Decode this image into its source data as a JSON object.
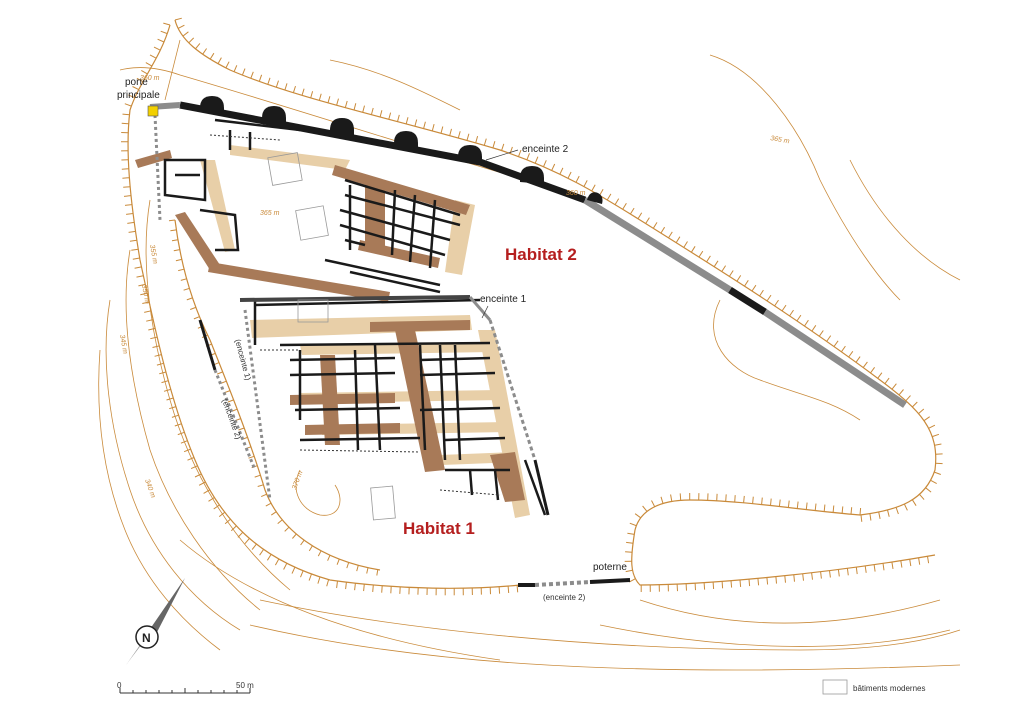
{
  "labels": {
    "porte_principale_1": "porte",
    "porte_principale_2": "principale",
    "enceinte_2": "enceinte 2",
    "enceinte_1": "enceinte 1",
    "habitat_2": "Habitat 2",
    "habitat_1": "Habitat 1",
    "poterne": "poterne",
    "enceinte_2_paren": "(enceinte 2)",
    "enceinte_1_paren_left": "(enceinte 1)",
    "enceinte_2_paren_left": "(enceinte 2)",
    "north": "N"
  },
  "contour_labels": {
    "c360_top": "360 m",
    "c365_center": "365 m",
    "c365_right": "365 m",
    "c360_ridge": "360 m",
    "c355_left": "355 m",
    "c350_left": "350 m",
    "c345_left": "345 m",
    "c340_left": "340 m",
    "c370_center": "370 m"
  },
  "scale": {
    "start": "0",
    "end": "50 m"
  },
  "legend": {
    "modern_buildings": "bâtiments modernes"
  },
  "colors": {
    "contour": "#c98a3a",
    "wall_dark": "#1a1a1a",
    "wall_gray": "#8c8c8c",
    "street_brown": "#a87a58",
    "street_light": "#e8cfa8",
    "gate_yellow": "#f2d000",
    "area_label": "#b51f1f"
  }
}
